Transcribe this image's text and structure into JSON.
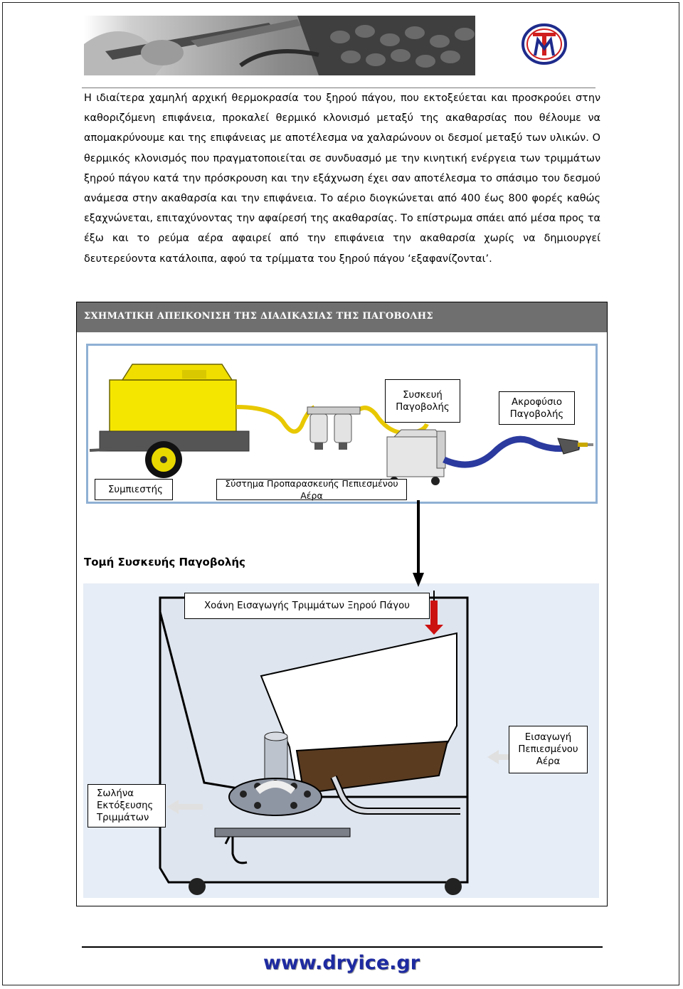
{
  "header": {
    "banner_alt": "dry-ice-blasting-photo",
    "logo_alt": "company-logo"
  },
  "body": {
    "paragraph": "Η ιδιαίτερα χαμηλή αρχική θερμοκρασία του ξηρού πάγου, που εκτοξεύεται και προσκρούει στην καθοριζόμενη επιφάνεια, προκαλεί θερμικό κλονισμό μεταξύ της ακαθαρσίας που θέλουμε να απομακρύνουμε και της επιφάνειας με αποτέλεσμα να χαλαρώνουν οι δεσμοί μεταξύ των υλικών. Ο θερμικός κλονισμός που πραγματοποιείται σε συνδυασμό με την κινητική ενέργεια των τριμμάτων ξηρού πάγου κατά την πρόσκρουση και την εξάχνωση έχει σαν αποτέλεσμα το σπάσιμο του δεσμού ανάμεσα στην ακαθαρσία και την επιφάνεια. Το αέριο διογκώνεται από 400 έως 800 φορές καθώς εξαχνώνεται, επιταχύνοντας την αφαίρεσή της ακαθαρσίας. Το επίστρωμα σπάει από μέσα προς τα έξω και το ρεύμα αέρα αφαιρεί από την επιφάνεια την ακαθαρσία χωρίς να δημιουργεί δευτερεύοντα κατάλοιπα, αφού τα τρίμματα του ξηρού πάγου ‘εξαφανίζονται’."
  },
  "figure": {
    "title": "ΣΧΗΜΑΤΙΚΗ ΑΠΕΙΚΟΝΙΣΗ ΤΗΣ ΔΙΑΔΙΚΑΣΙΑΣ ΤΗΣ ΠΑΓΟΒΟΛΗΣ",
    "labels": {
      "blasting_unit": "Συσκευή Παγοβολής",
      "nozzle": "Ακροφύσιο Παγοβολής",
      "compressor": "Συμπιεστής",
      "air_prep": "Σύστημα Προπαρασκευής Πεπιεσμένου Αέρα"
    },
    "section_heading": "Τομή Συσκευής Παγοβολής",
    "section_labels": {
      "hopper": "Χοάνη Εισαγωγής Τριμμάτων Ξηρού Πάγου",
      "air_inlet": "Εισαγωγή Πεπιεσμένου Αέρα",
      "hose": "Σωλήνα Εκτόξευσης Τριμμάτων"
    },
    "colors": {
      "compressor_yellow": "#f5e600",
      "hose_blue": "#2b3a9e",
      "hose_yellow": "#e8c800",
      "arrow_red": "#cc1111",
      "section_bg": "#e6edf6"
    }
  },
  "footer": {
    "url": "www.dryice.gr"
  }
}
